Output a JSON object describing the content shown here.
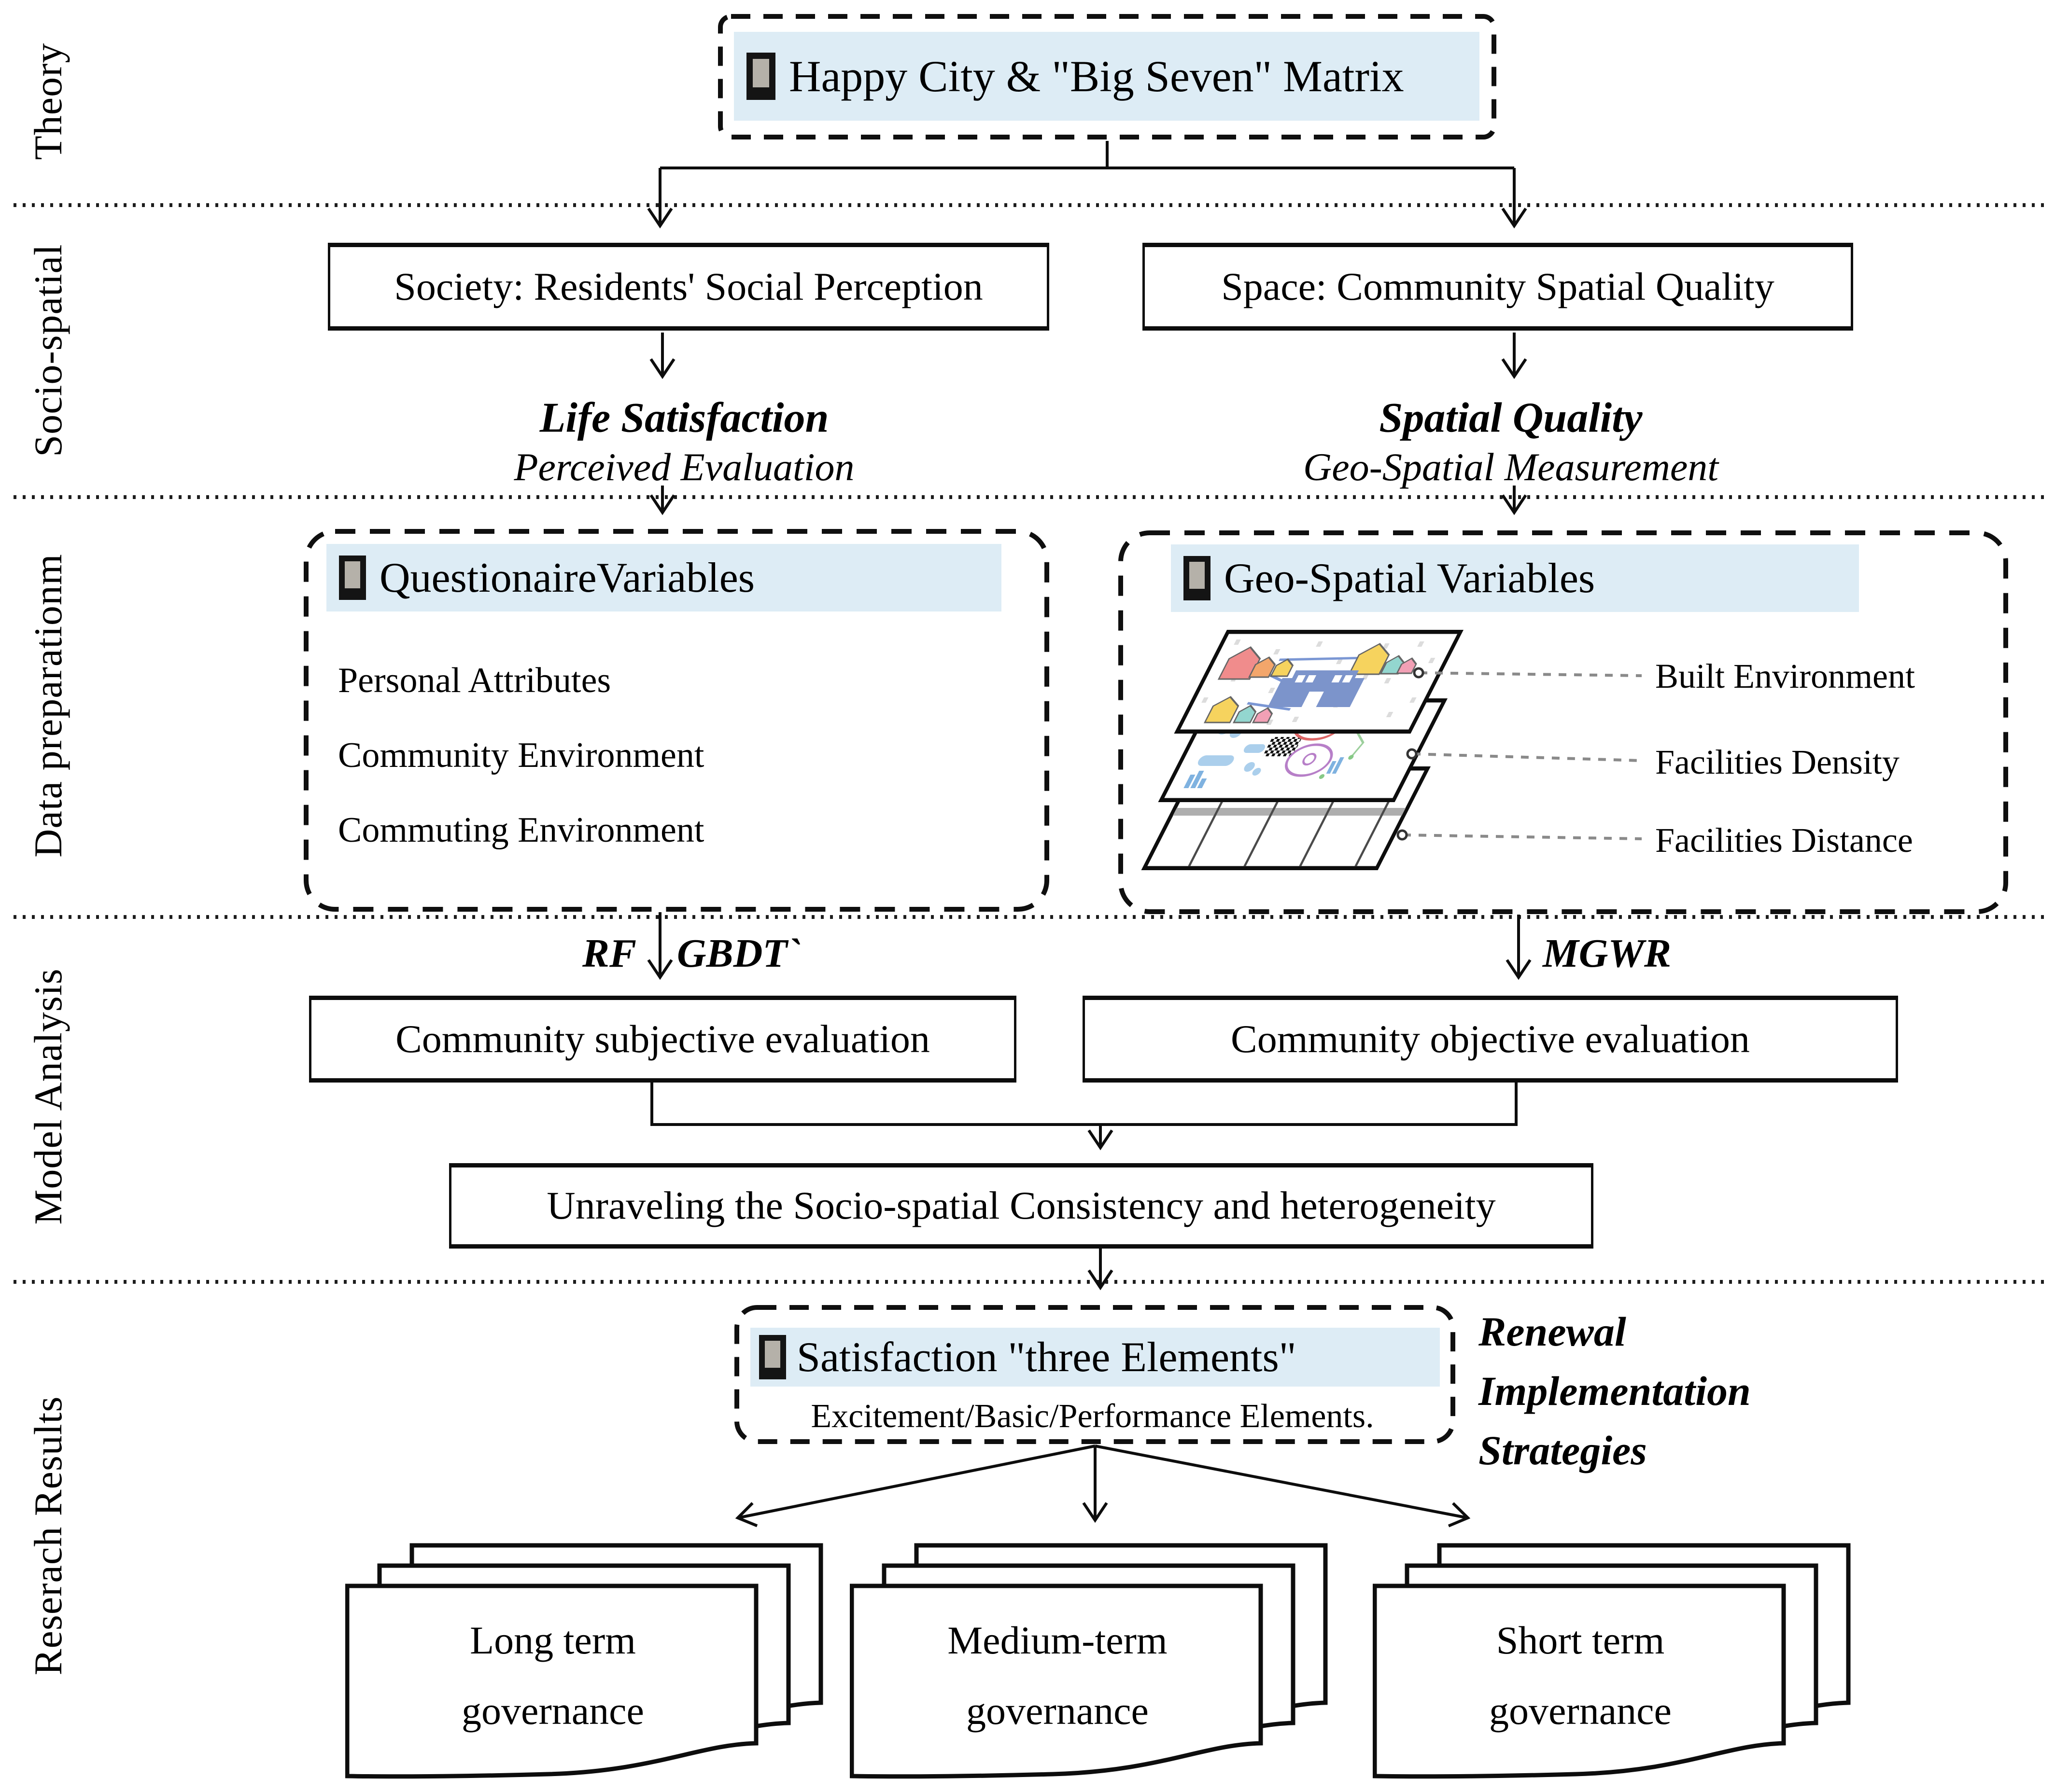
{
  "colors": {
    "highlight_blue": "#ddecf5",
    "ink": "#111111",
    "leader_gray": "#8a8a8a",
    "checkbox_fill": "#b5b1a9"
  },
  "icons": {
    "checkbox": "❑"
  },
  "rail": {
    "sections": [
      {
        "label": "Theory"
      },
      {
        "label": "Socio-spatial"
      },
      {
        "label": "Data preparationm"
      },
      {
        "label": "Model Analysis"
      },
      {
        "label": "Reserach Results"
      }
    ]
  },
  "theory": {
    "matrix_title": "Happy City & \"Big Seven\" Matrix"
  },
  "socio": {
    "society_box": "Society: Residents' Social Perception",
    "space_box": "Space: Community Spatial Quality",
    "left_heading": "Life Satisfaction",
    "left_subheading": "Perceived Evaluation",
    "right_heading": "Spatial Quality",
    "right_subheading": "Geo-Spatial Measurement"
  },
  "data_preparation": {
    "questionnaire": {
      "title": "QuestionaireVariables",
      "items": [
        {
          "label": "Personal Attributes"
        },
        {
          "label": "Community Environment"
        },
        {
          "label": "Commuting Environment"
        }
      ]
    },
    "geospatial": {
      "title": "Geo-Spatial Variables",
      "layers": [
        {
          "label": "Built Environment"
        },
        {
          "label": "Facilities Density"
        },
        {
          "label": "Facilities Distance"
        }
      ]
    }
  },
  "model_analysis": {
    "rf_label": "RF",
    "gbdt_label": "GBDT`",
    "mgwr_label": "MGWR",
    "subjective_box": "Community subjective evaluation",
    "objective_box": "Community objective evaluation",
    "unraveling_box": "Unraveling the Socio-spatial Consistency and heterogeneity"
  },
  "research_results": {
    "satisfaction_title": "Satisfaction \"three Elements\"",
    "satisfaction_subtitle": "Excitement/Basic/Performance Elements.",
    "renewal": [
      {
        "line": "Renewal"
      },
      {
        "line": "Implementation"
      },
      {
        "line": "Strategies"
      }
    ],
    "governance_docs": [
      {
        "line1": "Long term",
        "line2": "governance"
      },
      {
        "line1": "Medium-term",
        "line2": "governance"
      },
      {
        "line1": "Short term",
        "line2": "governance"
      }
    ]
  }
}
